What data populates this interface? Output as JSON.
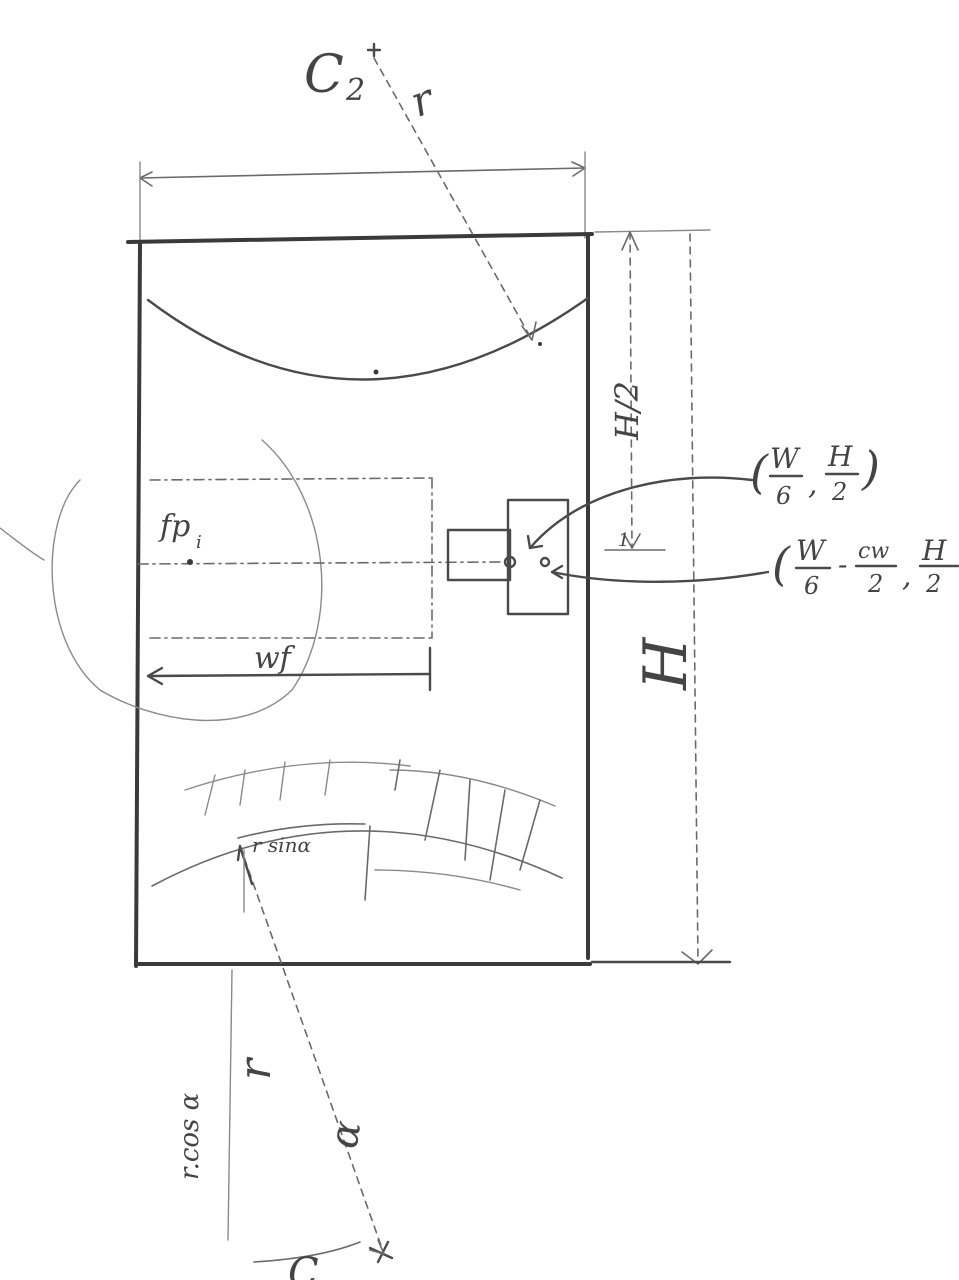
{
  "labels": {
    "center_top": "C",
    "center_top_sub": "2",
    "radius_top": "r",
    "half_height": "H/2",
    "height": "H",
    "feature_point": "fp",
    "feature_point_sub": "i",
    "feature_width": "wf",
    "offset_mark": "1",
    "coord_one_open": "(",
    "coord_one_x_num": "W",
    "coord_one_x_den": "6",
    "coord_one_comma": ",",
    "coord_one_y_num": "H",
    "coord_one_y_den": "2",
    "coord_one_close": ")",
    "coord_two_open": "(",
    "coord_two_x_num": "W",
    "coord_two_x_den": "6",
    "coord_two_minus": "-",
    "coord_two_cw_num": "cw",
    "coord_two_cw_den": "2",
    "coord_two_comma": ",",
    "coord_two_y_num": "H",
    "coord_two_y_den": "2",
    "r_sin_alpha": "r sinα",
    "r_cos_alpha": "r.cos α",
    "radius_bottom": "r",
    "alpha": "α",
    "center_bottom": "C"
  }
}
